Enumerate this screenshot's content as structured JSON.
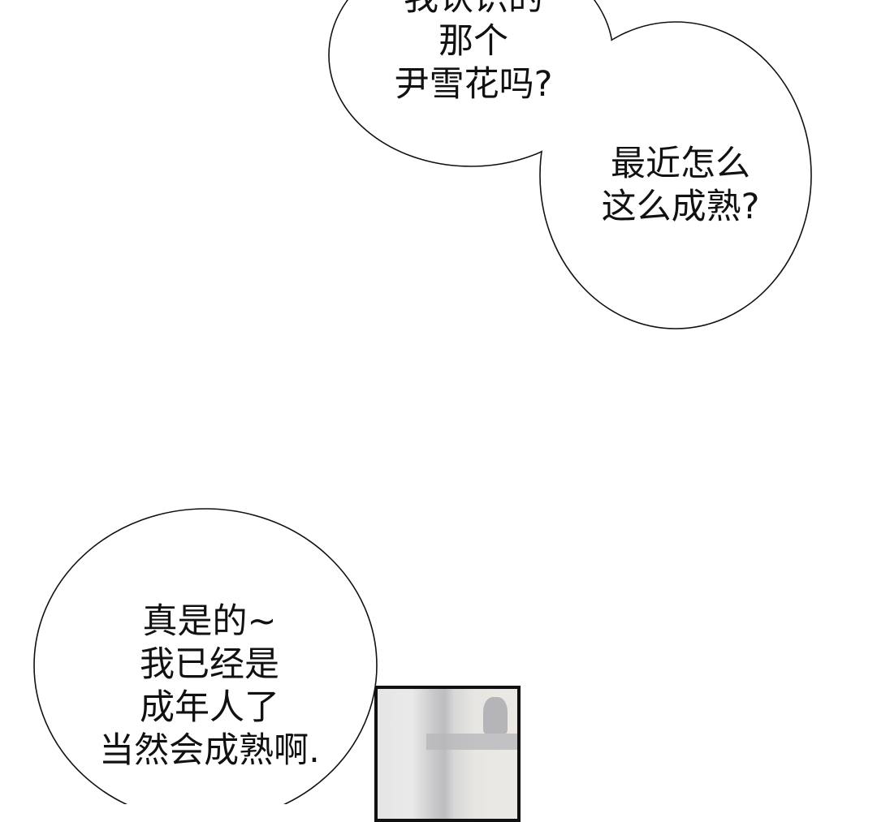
{
  "bubbles": [
    {
      "lines": [
        "我认识的",
        "那个",
        "尹雪花吗?"
      ]
    },
    {
      "lines": [
        "最近怎么",
        "这么成熟?"
      ]
    },
    {
      "lines": [
        "真是的~",
        "我已经是",
        "成年人了",
        "当然会成熟啊."
      ]
    }
  ]
}
